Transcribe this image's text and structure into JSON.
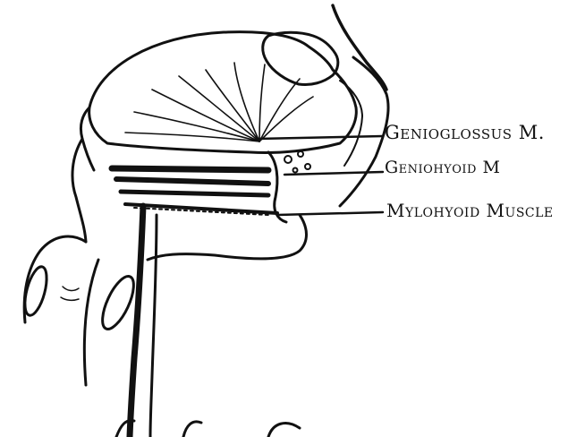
{
  "diagram": {
    "labels": [
      {
        "id": "genioglossus",
        "text": "Genioglossus M."
      },
      {
        "id": "geniohyoid",
        "text": "Geniohyoid M"
      },
      {
        "id": "mylohyoid",
        "text": "Mylohyoid Muscle"
      }
    ],
    "colors": {
      "ink": "#111111",
      "background": "#ffffff"
    }
  }
}
